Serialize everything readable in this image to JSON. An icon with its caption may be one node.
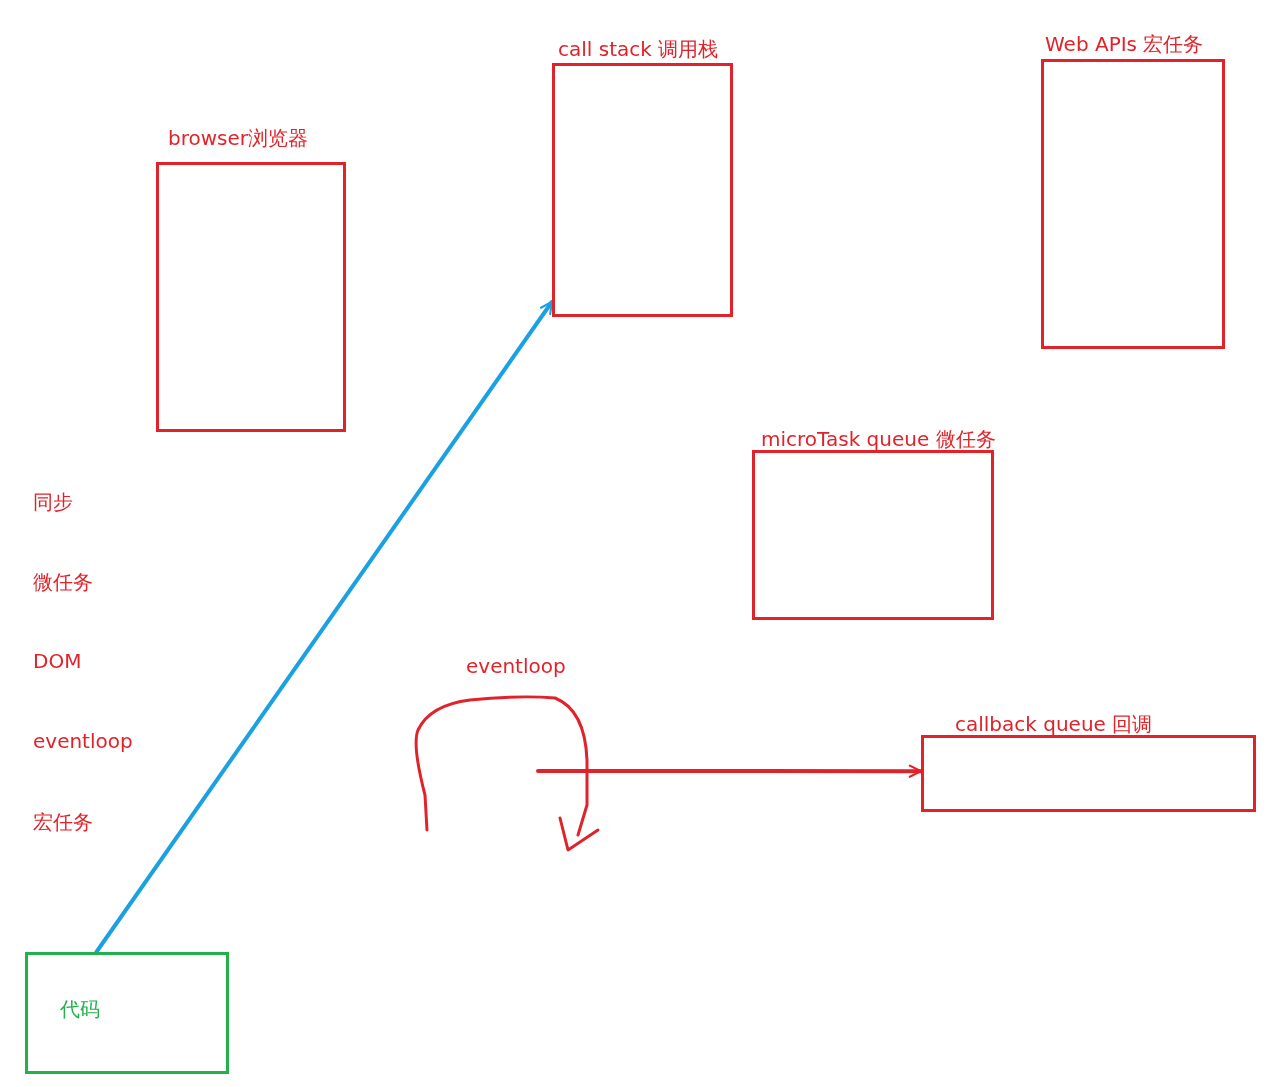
{
  "diagram": {
    "nodes": [
      {
        "text": [
          "browser浏览器"
        ]
      },
      {
        "text": [
          "call stack 调用栈"
        ]
      },
      {
        "text": [
          "Web APIs 宏任务"
        ]
      },
      {
        "text": [
          "microTask queue 微任务"
        ]
      },
      {
        "text": [
          "callback queue 回调"
        ]
      },
      {
        "text": [
          "代码"
        ]
      }
    ],
    "edges": [
      {
        "from": 5,
        "to": 1,
        "arrow": "to",
        "color": "#1ba1e2"
      },
      {
        "from": null,
        "to": 4,
        "arrow": "to",
        "color": "#e0232b"
      }
    ],
    "labels": [
      "同步",
      "微任务",
      "DOM",
      "eventloop",
      "宏任务",
      "eventloop"
    ]
  }
}
